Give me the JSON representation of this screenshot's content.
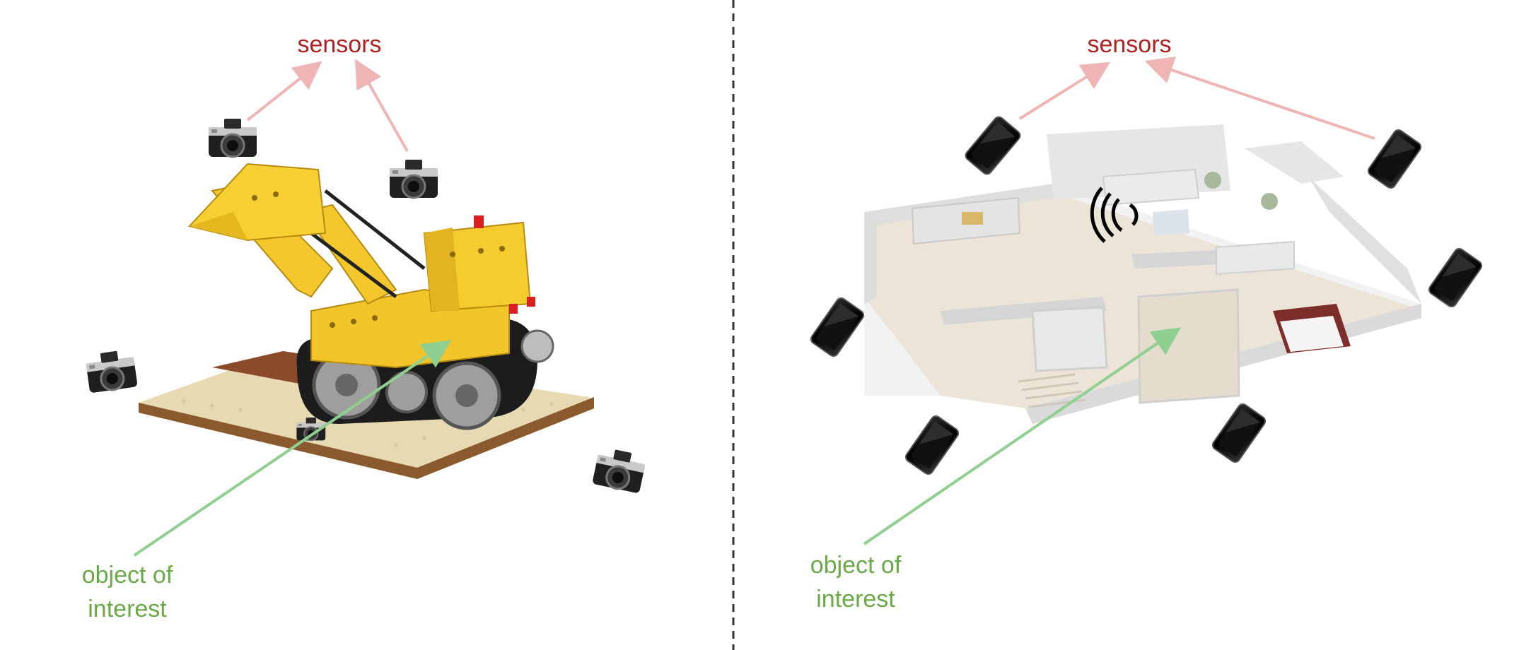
{
  "left_panel": {
    "sensors_label": "sensors",
    "object_label_line1": "object of",
    "object_label_line2": "interest",
    "sensor_icon": "camera-icon",
    "object_icon": "lego-bulldozer"
  },
  "right_panel": {
    "sensors_label": "sensors",
    "object_label_line1": "object of",
    "object_label_line2": "interest",
    "sensor_icon": "smartphone-icon",
    "object_icon": "floorplan",
    "signal_icon": "wifi-signal-icon"
  },
  "colors": {
    "sensors_text": "#b02020",
    "sensors_arrow": "#efb4b4",
    "object_text": "#6aaa46",
    "object_arrow": "#8fcf8f",
    "divider": "#333333"
  }
}
